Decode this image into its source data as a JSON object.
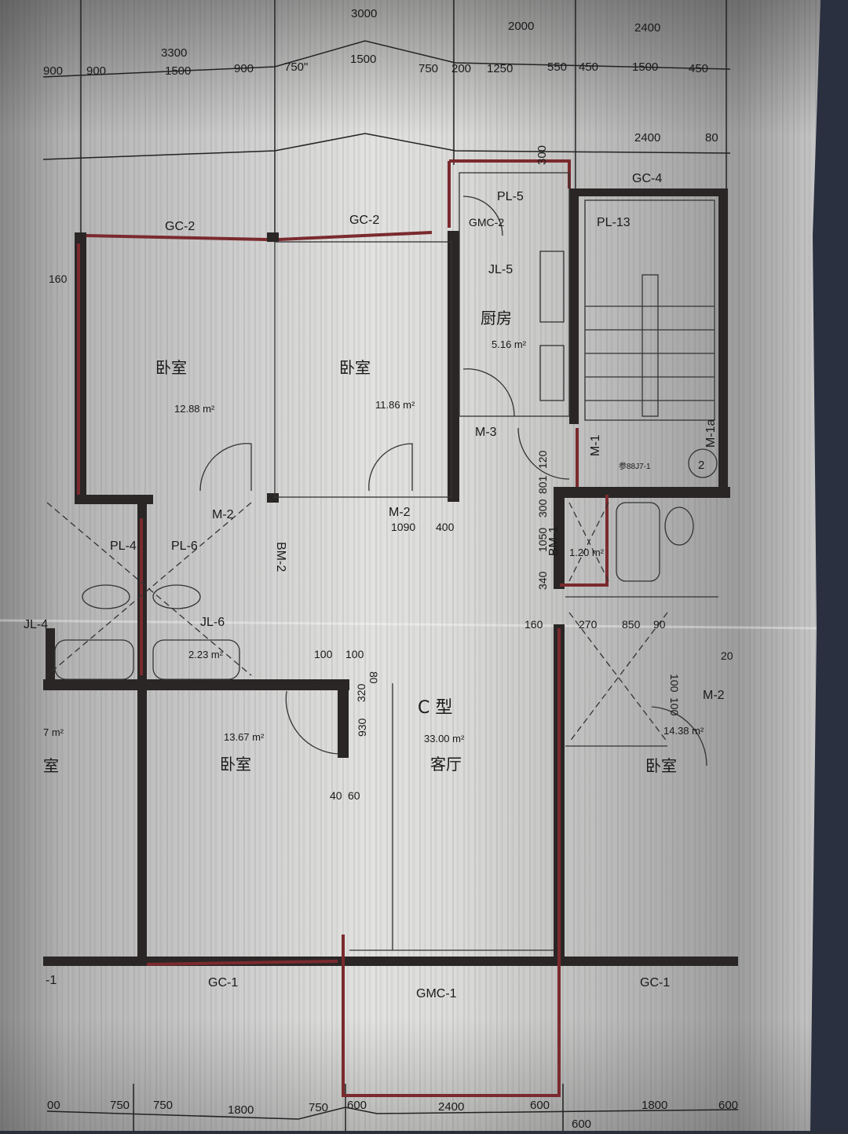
{
  "plan": {
    "title": "C 型",
    "top_dims_outer": [
      "3300",
      "3000",
      "2000",
      "2400"
    ],
    "top_dims_inner": [
      "900",
      "900",
      "1500",
      "900",
      "750\"",
      "1500",
      "750",
      "200",
      "1250",
      "550",
      "450",
      "1500",
      "450"
    ],
    "stair_dims": [
      "2400",
      "80",
      "300"
    ],
    "bottom_dims": [
      "00",
      "750",
      "750",
      "1800",
      "750",
      "600",
      "2400",
      "600",
      "1800",
      "600",
      "600"
    ],
    "rooms": [
      {
        "name": "卧室",
        "area": "12.88 m²"
      },
      {
        "name": "卧室",
        "area": "11.86 m²"
      },
      {
        "name": "厨房",
        "area": "5.16 m²"
      },
      {
        "name": "卧室",
        "area": "13.67 m²"
      },
      {
        "name": "客厅",
        "area": "33.00 m²"
      },
      {
        "name": "卧室",
        "area": "14.38 m²"
      },
      {
        "name": "室",
        "area": "7 m²"
      }
    ],
    "bath_areas": [
      "2.23 m²",
      "1.20 m²"
    ],
    "codes": {
      "gc2a": "GC-2",
      "gc2b": "GC-2",
      "gc4": "GC-4",
      "pl5": "PL-5",
      "gmc2": "GMC-2",
      "pl13": "PL-13",
      "jl5": "JL-5",
      "m3": "M-3",
      "m1": "M-1",
      "m1a": "M-1a",
      "m2a": "M-2",
      "m2b": "M-2",
      "m2c": "M-2",
      "bm2": "BM-2",
      "bm1": "BM-1",
      "pl4": "PL-4",
      "pl6": "PL-6",
      "jl4": "JL-4",
      "jl6": "JL-6",
      "gc1a": "GC-1",
      "gc1b": "GC-1",
      "gmc1": "GMC-1",
      "edge1": "-1"
    },
    "misc_dims": {
      "d160a": "160",
      "d1090": "1090",
      "d400": "400",
      "d120": "120",
      "d801": "801",
      "d300": "300",
      "d1050": "1050",
      "d340": "340",
      "d160b": "160",
      "d270": "270",
      "d850": "850",
      "d90": "90",
      "d20": "20",
      "d100a": "100",
      "d100b": "100",
      "d80": "80",
      "d320": "320",
      "d930": "930",
      "d40": "40",
      "d60": "60",
      "d100c": "100",
      "d100d": "100"
    },
    "detail_ref": {
      "number": "2",
      "note": "参88J7-1"
    }
  }
}
